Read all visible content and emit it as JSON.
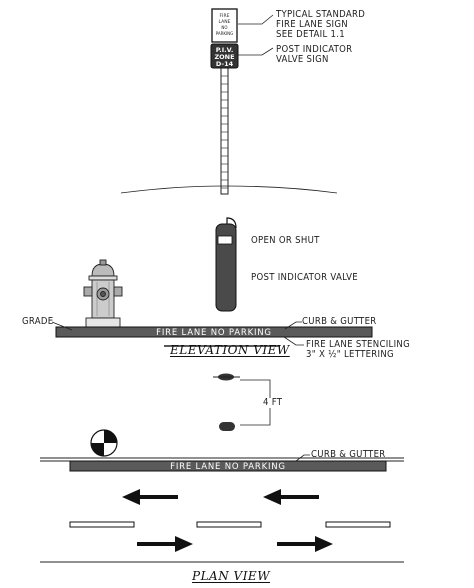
{
  "sign": {
    "fire_lane_sign": {
      "line1": "FIRE",
      "line2": "LANE",
      "line3": "NO",
      "line4": "PARKING"
    },
    "piv_sign": {
      "line1": "P.I.V.",
      "line2": "ZONE",
      "line3": "D-14"
    }
  },
  "callouts": {
    "typical_sign": {
      "line1": "TYPICAL STANDARD",
      "line2": "FIRE LANE SIGN",
      "line3": "SEE DETAIL 1.1"
    },
    "piv_sign": {
      "line1": "POST INDICATOR",
      "line2": "VALVE SIGN"
    },
    "open_or_shut": "OPEN OR SHUT",
    "post_indicator_valve": "POST INDICATOR VALVE",
    "grade": "GRADE",
    "curb_gutter_elevation": "CURB & GUTTER",
    "stenciling": {
      "line1": "FIRE LANE STENCILING",
      "line2": "3\" X ½\" LETTERING"
    },
    "dimension": "4 FT",
    "curb_gutter_plan": "CURB & GUTTER"
  },
  "stencil_text": {
    "elevation": "FIRE LANE NO PARKING",
    "plan": "FIRE LANE NO PARKING"
  },
  "view_titles": {
    "elevation": "ELEVATION VIEW",
    "plan": "PLAN VIEW"
  },
  "colors": {
    "curb_fill": "#5a5a5a",
    "valve_fill": "#4a4a4a",
    "line": "#222222"
  }
}
